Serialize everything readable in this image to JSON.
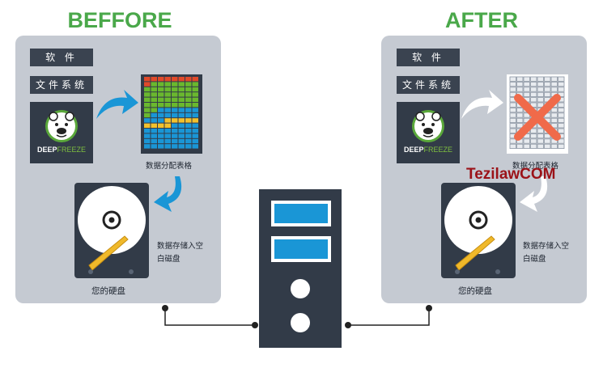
{
  "before": {
    "title": "BEFFORE",
    "software_label": "软 件",
    "filesystem_label": "文件系统",
    "logo_text_bold": "DEEP",
    "logo_text_light": "FREEZE",
    "table_caption": "数据分配表格",
    "storage_caption_line1": "数据存储入空",
    "storage_caption_line2": "白磁盘",
    "hdd_caption": "您的硬盘"
  },
  "after": {
    "title": "AFTER",
    "software_label": "软 件",
    "filesystem_label": "文件系统",
    "logo_text_bold": "DEEP",
    "logo_text_light": "FREEZE",
    "table_caption": "数据分配表格",
    "storage_caption_line1": "数据存储入空",
    "storage_caption_line2": "白磁盘",
    "hdd_caption": "您的硬盘"
  },
  "watermark": "TezilawCOM",
  "colors": {
    "heading_green": "#4aa84a",
    "panel_bg": "#c5cad2",
    "dark_block": "#323b48",
    "arrow_blue": "#1a96d6",
    "arrow_white": "#ffffff",
    "x_mark": "#f06a4a",
    "watermark_red": "#9b1218"
  }
}
